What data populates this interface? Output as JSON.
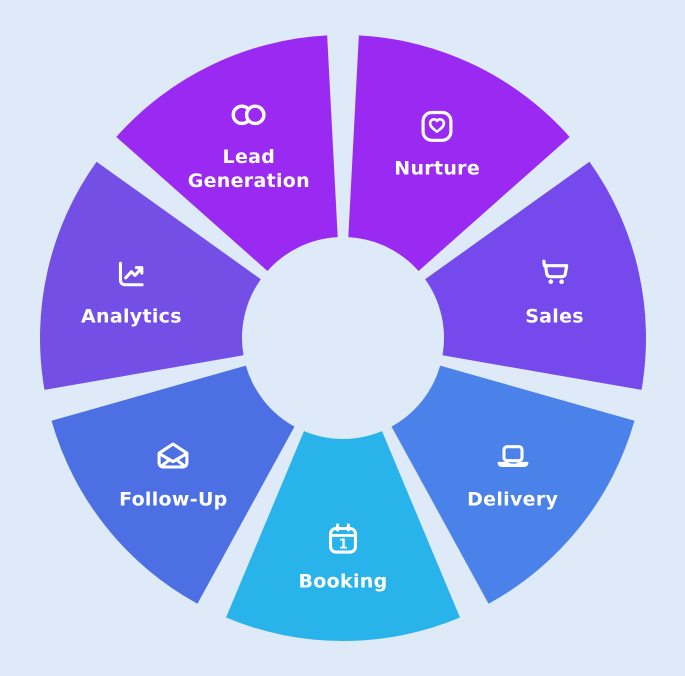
{
  "background_color": "#dfeaf8",
  "wheel": {
    "gap_color": "#dfeaf8",
    "icon_color": "#ffffff",
    "label_color": "#ffffff",
    "segments": [
      {
        "label": "Lead Generation",
        "icon": "link-icon",
        "color": "#9a2af2"
      },
      {
        "label": "Nurture",
        "icon": "heart-badge-icon",
        "color": "#9a2af2"
      },
      {
        "label": "Sales",
        "icon": "shopping-cart-icon",
        "color": "#7649ec"
      },
      {
        "label": "Delivery",
        "icon": "laptop-icon",
        "color": "#4b82ea"
      },
      {
        "label": "Booking",
        "icon": "calendar-icon",
        "color": "#29b3eb"
      },
      {
        "label": "Follow-Up",
        "icon": "envelope-open-icon",
        "color": "#4c6fe4"
      },
      {
        "label": "Analytics",
        "icon": "line-chart-icon",
        "color": "#744fe6"
      }
    ]
  }
}
